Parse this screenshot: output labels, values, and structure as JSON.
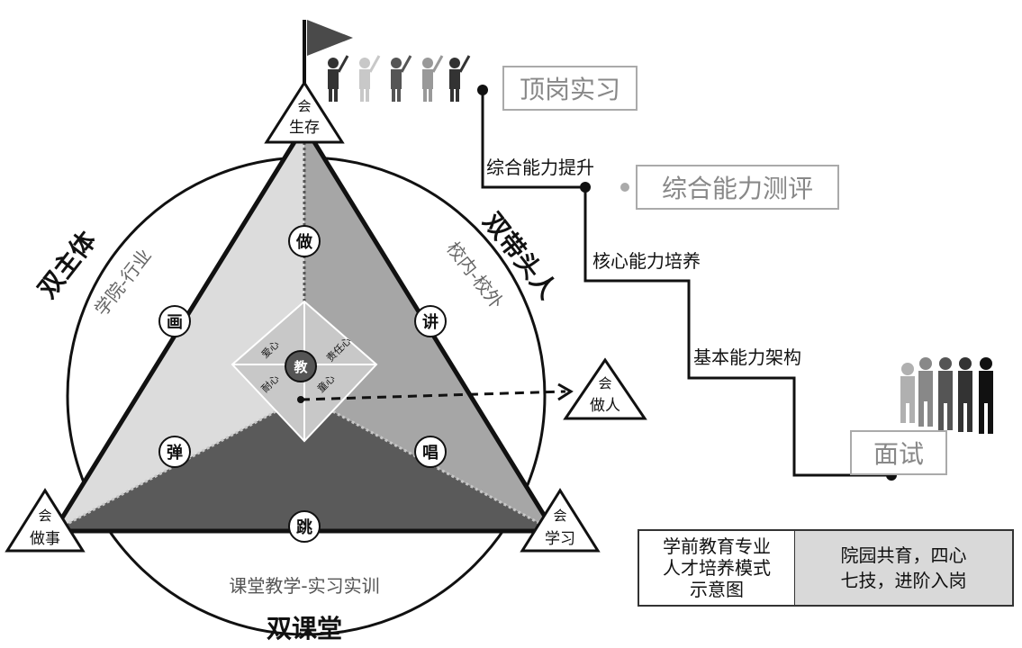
{
  "triangle": {
    "corners": {
      "top": {
        "line1": "会",
        "line2": "生存"
      },
      "left": {
        "line1": "会",
        "line2": "做事"
      },
      "right": {
        "line1": "会",
        "line2": "学习"
      }
    },
    "outer_corner": {
      "line1": "会",
      "line2": "做人"
    },
    "skills": [
      "做",
      "画",
      "讲",
      "弹",
      "唱",
      "跳"
    ],
    "center": "教",
    "diamond_words": [
      "爱心",
      "责任心",
      "耐心",
      "童心"
    ]
  },
  "side_labels": {
    "left_title": "双主体",
    "left_sub": "学院-行业",
    "right_title": "双带头人",
    "right_sub": "校内-校外",
    "bottom_title": "双课堂",
    "bottom_sub": "课堂教学-实习实训"
  },
  "path": {
    "stages": [
      "顶岗实习",
      "综合能力测评",
      "面试"
    ],
    "steps": [
      "综合能力提升",
      "核心能力培养",
      "基本能力架构"
    ]
  },
  "caption": {
    "left": "学前教育专业\n人才培养模式\n示意图",
    "right": "院园共育，四心\n七技，进阶入岗"
  },
  "colors": {
    "light_gray": "#dcdcdc",
    "mid_gray": "#a6a6a6",
    "dark_gray": "#5a5a5a",
    "line": "#111111"
  }
}
